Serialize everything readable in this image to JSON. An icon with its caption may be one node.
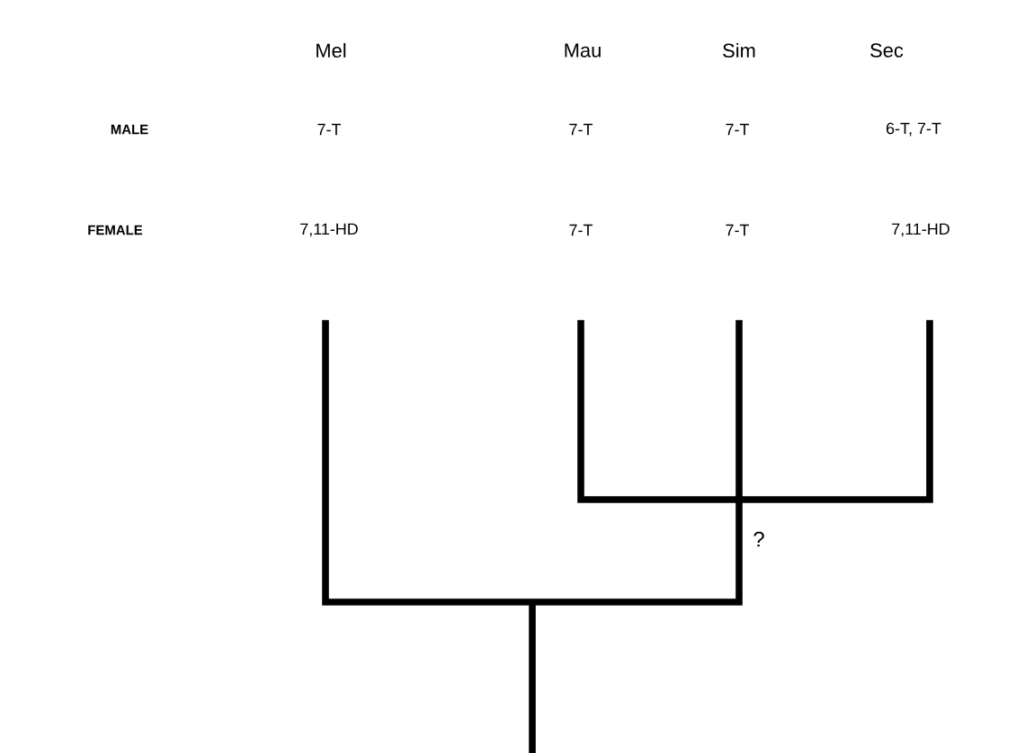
{
  "diagram": {
    "labels": [
      "Mel",
      "Mau",
      "Sim",
      "Sec",
      "MALE",
      "7-T",
      "7-T",
      "7-T",
      "6-T,  7-T",
      "FEMALE",
      "7,11-HD",
      "7-T",
      "7-T",
      "7,11-HD",
      "?"
    ]
  }
}
